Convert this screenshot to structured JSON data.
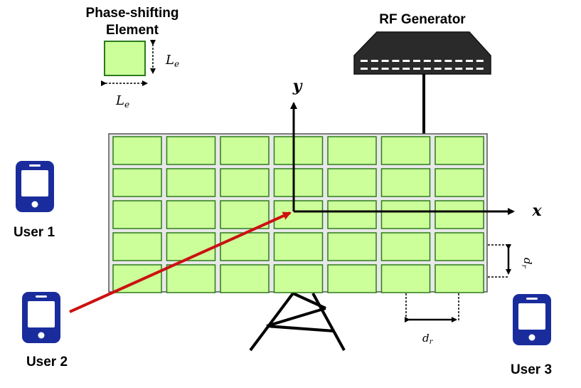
{
  "element_caption": {
    "line1": "Phase-shifting",
    "line2": "Element"
  },
  "generator": {
    "label": "RF Generator"
  },
  "axes": {
    "x_label": "x",
    "y_label": "y"
  },
  "dims": {
    "element_size_symbol": "L",
    "element_size_subscript": "e",
    "spacing_symbol": "d",
    "spacing_subscript": "r"
  },
  "users": [
    {
      "label": "User 1"
    },
    {
      "label": "User 2"
    },
    {
      "label": "User 3"
    }
  ],
  "grid": {
    "rows": 5,
    "cols": 7
  },
  "colors": {
    "element_fill": "#ccff99",
    "element_stroke": "#2d7a1c",
    "panel_fill": "#e8e8e8",
    "phone_fill": "#1a2c9c",
    "arrow_red": "#cc1111",
    "generator_fill": "#2a2a2a"
  }
}
